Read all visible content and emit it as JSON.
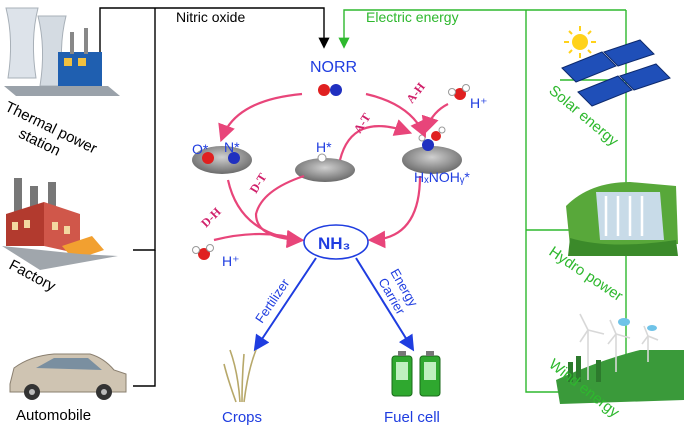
{
  "top": {
    "nitric_oxide": "Nitric oxide",
    "electric_energy": "Electric energy"
  },
  "sources": {
    "thermal": [
      "Thermal power",
      "station"
    ],
    "factory": "Factory",
    "automobile": "Automobile"
  },
  "renewables": {
    "solar": "Solar energy",
    "hydro": "Hydro power",
    "wind": "Wind energy"
  },
  "center": {
    "norr": "NORR",
    "o_star": "O*",
    "n_star": "N*",
    "h_star": "H*",
    "h_plus_left": "H⁺",
    "h_plus_right": "H⁺",
    "nh3": "NH₃",
    "hxnohy": "HₓNOHᵧ*",
    "paths": {
      "a_h": "A-H",
      "a_t": "A-T",
      "d_t": "D-T",
      "d_h": "D-H"
    }
  },
  "products": {
    "fertilizer": "Fertilizer",
    "energy_carrier": [
      "Energy",
      "Carrier"
    ],
    "crops": "Crops",
    "fuel_cell": "Fuel cell"
  },
  "colors": {
    "green": "#2eb82e",
    "pink": "#e8457a",
    "blue": "#1f3de0",
    "black": "#000000",
    "path_label": "#d0206a"
  }
}
